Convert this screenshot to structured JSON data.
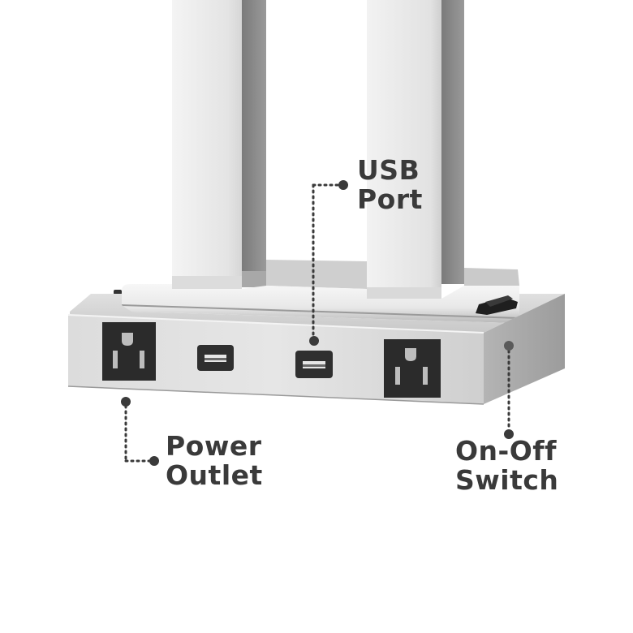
{
  "product": {
    "subject": "lamp base with power outlets and USB ports",
    "colors": {
      "background": "#ffffff",
      "label_text": "#3a3a3a",
      "callout_dot": "#3a3a3a",
      "outlet": "#2b2b2b",
      "metal_light": "#e6e6e6",
      "metal_mid": "#c9c9c9",
      "metal_dark": "#8d8d8d"
    }
  },
  "callouts": {
    "usb_port": {
      "line1": "USB",
      "line2": "Port"
    },
    "power_outlet": {
      "line1": "Power",
      "line2": "Outlet"
    },
    "on_off_switch": {
      "line1": "On-Off",
      "line2": "Switch"
    }
  }
}
